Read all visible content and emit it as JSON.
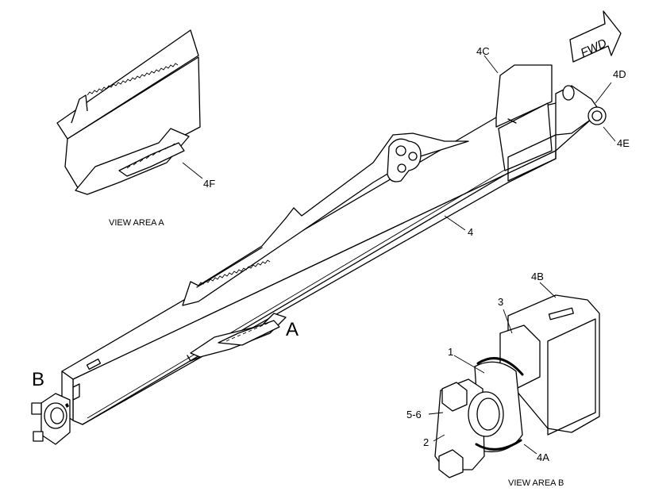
{
  "labels": {
    "fwd": "FWD",
    "p4c": "4C",
    "p4d": "4D",
    "p4e": "4E",
    "p4f": "4F",
    "p4": "4",
    "p4b": "4B",
    "p3": "3",
    "p1": "1",
    "p56": "5-6",
    "p2": "2",
    "p4a": "4A",
    "view_a_caption": "VIEW AREA  A",
    "view_b_caption": "VIEW AREA  B",
    "area_a": "A",
    "area_b": "B"
  }
}
